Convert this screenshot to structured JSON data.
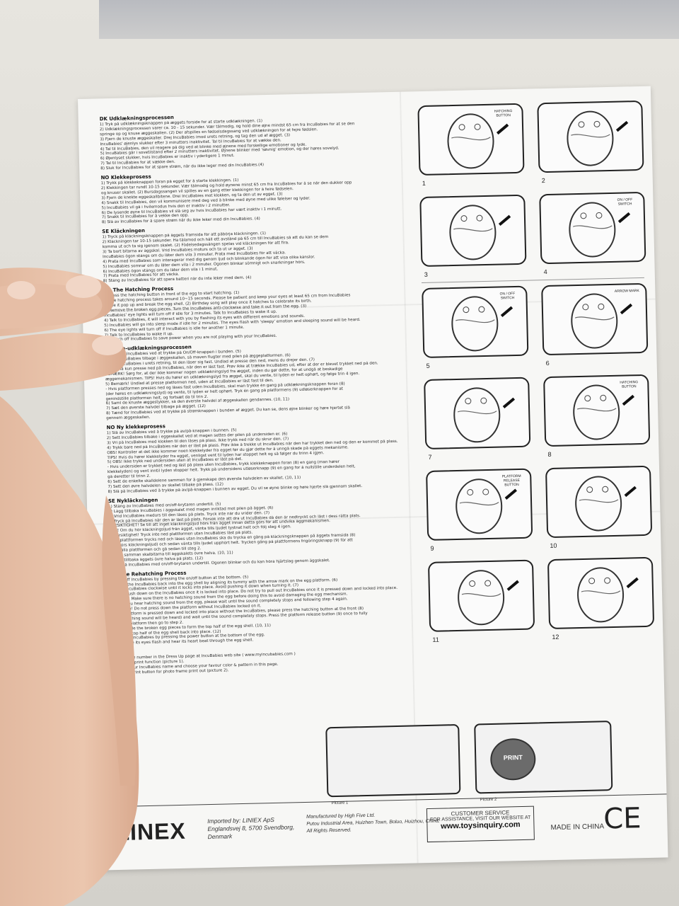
{
  "leaflet": {
    "sections": [
      {
        "title": "DK Udklækningsprocessen",
        "lines": [
          "1) Tryk på udklækningsknappen på æggets forside for at starte udklækningen. (1)",
          "2) Udklækningsprocessen varer ca. 10 - 15 sekunder. Vær tålmodig, og hold dine øjne mindst 65 cm fra IncuBabies for at se den",
          "springe op og knuse æggeskallen. (2) Der afspilles en fødselsdagssang ved udklækningen for at fejre fødslen.",
          "3) Fjern de knuste æggeskaller. Drej IncuBabies imod urets retning, og tag den ud af ægget. (3)",
          "IncuBabies' øjenlys slukker efter 3 minutters inaktivitet. Tal til IncuBabies for at vække den.",
          "4) Tal til IncuBabies, den vil reagere på dig ved at blinke med øjnene med forskellige emotioner og lyde.",
          "5) IncuBabies går i sovetilstand efter 2 minutters inaktivitet. Øjnene blinker med 'søvnig' emotion, og der høres sovelyd.",
          "6) Øjenlyset slukker, hvis IncuBabies er inaktiv i yderligere 1 minut.",
          "7) Tal til IncuBabies for at vække den.",
          "8) Sluk for IncuBabies for at spare strøm, når du ikke leger med din IncuBabies.(4)"
        ]
      },
      {
        "title": "NO Klekkeprosess",
        "lines": [
          "1) Trykk på klekkeknappen foran på egget for å starte klekkingen. (1)",
          "2) Klekkingen tar rundt 10-15 sekunder. Vær tålmodig og hold øynene minst 65 cm fra IncuBabies for å se når den dukker opp",
          "og knuser skallet. (2) Bursdagssangen vil spilles av en gang etter klekkingen for å feire fødselen.",
          "3) Fjern de knekte eggeskallbitene. Drei IncuBabies mot klokken, og ta den ut av egget. (3)",
          "4) Snakk til IncuBabies, den vil kommunisere med deg ved å blinke med øyne med ulike følelser og lyder.",
          "5) IncuBabies vil gå i hvilemodus hvis den er inaktiv i 2 minutter.",
          "6) De lysende øyne til IncuBabies vil slå seg av hvis IncuBabies har vært inaktiv i 1 minutt.",
          "7) Snakk til IncuBabies for å vekke den opp.",
          "8) Slå av IncuBabies for å spare strøm når du ikke leker med din IncuBabies. (4)"
        ]
      },
      {
        "title": "SE Kläckningen",
        "lines": [
          "1) Tryck på kläckningsknappen på äggets framsida för att påbörja kläckningen. (1)",
          "2) Kläckningen tar 10-15 sekunder. Ha tålamod och håll ett avstånd på 65 cm till IncuBabies så att du kan se dem",
          "komma ut och ta sig igenom skalet. (2) Födelsedagssången spelas vid kläckningen för att fira.",
          "3) Ta bort bitarna av äggskal. Vrid IncuBabies moturs och ta ut ur ägget. (3)",
          "IncuBabies ögon stängs om du låter dem vila 3 minuter. Prata med IncuBabies för att väcka.",
          "4) Prata med IncuBabies som interagerar med dig genom ljud och blinkande ögon för att visa olika känslor.",
          "5) IncuBabies somnar om du låter dem vila i 2 minuter. Ögonen blinkar sömnigt och snarkningar hörs.",
          "6) IncuBabies ögon stängs om du låter dem vila i 1 minut.",
          "7) Prata med IncuBabies för att väcka.",
          "8) Stäng av IncuBabies för att spara batteri när du inte leker med dem. (4)"
        ]
      },
      {
        "title": "GB The Hatching Process",
        "lines": [
          "1) Press the hatching button in front of the egg to start hatching. (1)",
          "2) The hatching process takes around 10~15 seconds. Please be patient and keep your eyes at least 65 cm from IncuBabies",
          "to see it pop up and break the egg shell. (2) Birthday song will play once it hatches to celebrate its birth.",
          "3) Remove the broken egg pieces. Turn the IncuBabies anti-clockwise and take it out from the egg. (3)",
          "IncuBabies' eye lights will turn off if idle for 3 minutes. Talk to IncuBabies to wake it up.",
          "4) Talk to IncuBabies, it will interact with you by flashing its eyes with different emotions and sounds.",
          "5) IncuBabies will go into sleep mode if idle for 2 minutes. The eyes flash with 'sleepy' emotion and sleeping sound will be heard.",
          "6) The eye lights will turn off if IncuBabies is idle for another 1 minute.",
          "7) Talk to IncuBabies to wake it up.",
          "8) Switch off IncuBabies to save power when you are not playing with your IncuBabies."
        ]
      },
      {
        "title": "DK Gen-udklækningsprocessen",
        "lines": [
          "1) Sluk for IncuBabies ved at trykke på On/Off-knappen i bunden. (5)",
          "2) Sæt IncuBabies tilbage i æggeskallen, så maven flugter med pilen på æggeplatformen. (6)",
          "3) Drej IncuBabies i urets retning, til den låser sig fast. Undlad at presse den ned, mens du drejer den. (7)",
          "4) Du må kun presse ned på IncuBabies, når den er låst fast. Prøv ikke at trække IncuBabies ud, efter at der er blevet trykket ned på den.",
          "BEMÆRK! Sørg for, at der ikke kommer nogen udklækningslyd fra ægget, inden du gør dette, for at undgå at beskadige",
          "æggemekanismen. TIPS! Hvis du hører en udklækningslyd fra ægget, skal du vente, til lyden er helt ophørt, og følge trin 4 igen.",
          "5) Bemærk! Undlad at presse platformen ned, uden at IncuBabies er låst fast til den.",
          "- Hvis platformen presses ned og låses fast uden IncuBabies, skal man trykke én gang på udklækningsknappen foran (8)",
          "(der høres en udklækningslyd) og vente, til lyden er helt ophørt. Tryk én gang på platformens (9) udløserknappen for at",
          "genindstille platformen helt, og fortsæt da til trin 2.",
          "6) Saml de knuste æggestykker, så den øverste halvdel af æggeskallen gendannes. (10, 11)",
          "7) Sæt den øverste halvdel tilbage på ægget. (12)",
          "8) Tænd for IncuBabies ved at trykke på strømknappen i bunden af ægget. Du kan se, dens øjne blinker og høre hjertet slå",
          "gennem æggeskallen."
        ]
      },
      {
        "title": "NO Ny klekkeprosess",
        "lines": [
          "1) Slå av IncuBabies ved å trykke på av/på-knappen i bunnen. (5)",
          "2) Sett IncuBabies tilbake i eggeskallet ved at magen settes der pilen på undersiden er. (6)",
          "3) Vri på IncuBabies med klokken til den låses på plass. Ikke trykk ned når du skrur den. (7)",
          "4) Trykk bare ned på IncuBabies når den er låst på plass. Prøv ikke å trekke ut IncuBabies når den har trykket den ned og den er kommet på plass.",
          "OBS! Kontroller at det ikke kommer noen klekkelyder fra egget før du gjør dette for å unngå skade på eggets mekanisme.",
          "TIPS! Hvis du hører klekkelyder fra egget, venligst vent til lyden har stoppet helt og så følger du trinn 4 igjen.",
          "5) OBS! Ikke trykk ned undersiden uten at IncuBabies er låst på det.",
          "- Hvis undersiden er trykket ned og låst på plass uten IncuBabies, trykk klekkeknappen foran (8) en gang (man hører",
          "klekkelyden) og vent inntil lyden stopper helt. Trykk på undersidens utløserknapp (9) en gang for å nullstille underdelen helt,",
          "gå deretter til trinn 2.",
          "6) Sett de enkelte skalldelene sammen for å gjenskape den øverste halvdelen av skallet. (10, 11)",
          "7) Sett den øvre halvdelen av skallet tilbake på plass. (12)",
          "8) Slå på IncuBabies ved å trykke på av/på-knappen i bunnen av egget. Du vil se øyne blinke og høre hjerte slå gjennom skallet."
        ]
      },
      {
        "title": "SE Nykläckningen",
        "lines": [
          "1) Stäng av IncuBabies med on/off-brytaren undertill. (5)",
          "2) Lägg tillbaka IncuBabies i äggskalet med magen inriktad mot pilen på ägget. (6)",
          "3) Vrid IncuBabies medurs till den låses på plats. Tryck inte när du vrider den. (7)",
          "4) Tryck på IncuBabies när den är låst på plats. Försök inte att dra ut IncuBabies då den är nedtryckt och låst i dess rätta plats.",
          "FÖRSIKTIGHET! Se till att inget kläckningsljud hörs från ägget innan detta görs för att undvika äggmekanismen.",
          "TIPS! Om du hör kläckningsljud från ägget, vänta tills ljudet tystnat helt och följ steg 4 igen.",
          "5) Försiktighet! Tryck inte ned plattformen utan IncuBabies låst på plats.",
          "- Om plattformen trycks ned och låses utan IncuBabies ska du trycka en gång på kläckningsknappen på äggets framsida (8)",
          "(det hörs kläckningsljud) och sedan vänta tills ljudet upphört helt. Trycken gång på plattformens frigöringsknapp (9) för att",
          "återställa plattformen och gå sedan till steg 2.",
          "6) Sätt samman skalbitarna till äggskalets övre halva. (10, 11)",
          "7) Sätt tillbaka äggets övre halva på plats. (12)",
          "8) Slå på IncuBabies med on/off-brytaren undertill. Ögonen blinkar och du kan höra hjärtslag genom äggskalet."
        ]
      },
      {
        "title": "GB The Rehatching Process",
        "lines": [
          "1) Turn off IncuBabies by pressing the on/off button at the bottom. (5)",
          "2) Place the IncuBabies back into the egg shell by aligning its tummy with the arrow mark on the egg platform. (6)",
          "3) Turn IncuBabies clockwise until it locks into place. Avoid pushing it down when turning it. (7)",
          "4) Only push down on the IncuBabies once it is locked into place. Do not try to pull out IncuBabies once it is pressed down and locked into place.",
          "CAUTION! Make sure there is no hatching sound from the egg before doing this to avoid damaging the egg mechanism.",
          "TIPS! If you hear hatching sound from the egg, please wait until the sound completely stops and following step 4 again.",
          "5) Caution! Do not press down the platform without IncuBabies locked on it.",
          "- If the platform is pressed down and locked into place without the IncuBabies, please press the hatching button at the front (8)",
          "once (hatching sound will be heard) and wait until the sound completely stops. Press the platform release button (9) once to fully",
          "reset the platform then go to step 2.",
          "6) Assemble the broken egg pieces to form the top half of the egg shell. (10, 11)",
          "7) Put the top half of the egg shell back into place. (12)",
          "8) Turn on IncuBabies by pressing the power button at the bottom of the egg.",
          "You will see its eyes flash and hear its heart beat through the egg shell."
        ]
      },
      {
        "title": "Print",
        "lines": [
          "1) Enter the number in the Dress Up page at IncuBabies web site ( www.myincubabies.com )",
          "to activate print function (picture 1).",
          "2) Enter your IncuBabies name and choose your favour color & pattern in this page.",
          "Press the print button for photo frame print out (picture 2)."
        ]
      }
    ],
    "panels": [
      {
        "num": "1",
        "label": "HATCHING BUTTON"
      },
      {
        "num": "2",
        "label": ""
      },
      {
        "num": "3",
        "label": ""
      },
      {
        "num": "4",
        "label": "ON / OFF SWITCH"
      },
      {
        "num": "5",
        "label": "ON / OFF SWITCH"
      },
      {
        "num": "6",
        "label": "ARROW MARK"
      },
      {
        "num": "7",
        "label": ""
      },
      {
        "num": "8",
        "label": "HATCHING BUTTON"
      },
      {
        "num": "9",
        "label": "PLATFORM RELEASE BUTTON"
      },
      {
        "num": "10",
        "label": ""
      },
      {
        "num": "11",
        "label": ""
      },
      {
        "num": "12",
        "label": ""
      }
    ],
    "print_pictures": {
      "picture1": "Picture 1",
      "picture2": "Picture 2",
      "print_button": "PRINT"
    },
    "footer": {
      "logo": "LINEX",
      "importer_line1": "Imported by: LINIEX ApS",
      "importer_line2": "Englandsvej 8, 5700 Svendborg,",
      "importer_line3": "Denmark",
      "manufacturer_line1": "Manufactured by High Five Ltd.",
      "manufacturer_line2": "Putou Industrial Area, Huizhen Town, Boluo, Huizhou, China.",
      "manufacturer_line3": "All Rights Reserved.",
      "cs_title": "CUSTOMER SERVICE",
      "cs_sub": "FOR ASSISTANCE, VISIT OUR WEBSITE AT",
      "cs_url": "www.toysinquiry.com",
      "made_in": "MADE IN CHINA",
      "ce_mark": "CE"
    }
  }
}
